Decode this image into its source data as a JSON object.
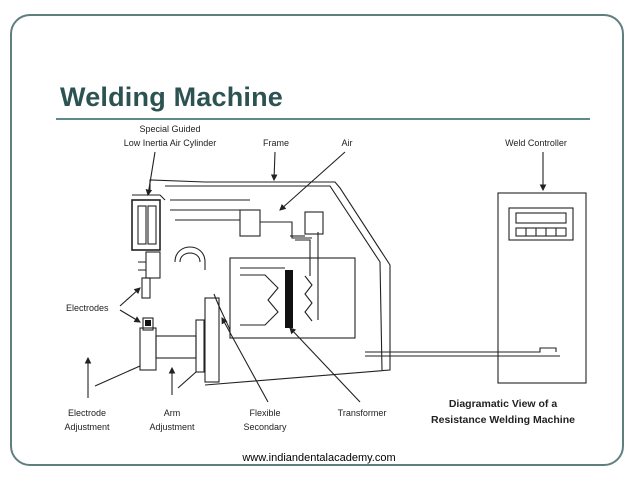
{
  "slide": {
    "title": "Welding Machine",
    "footer": "www.indiandentalacademy.com"
  },
  "diagram": {
    "labels": {
      "cylinder_line1": "Special Guided",
      "cylinder_line2": "Low Inertia Air Cylinder",
      "frame": "Frame",
      "air": "Air",
      "weld_controller": "Weld Controller",
      "electrodes": "Electrodes",
      "electrode_adj_line1": "Electrode",
      "electrode_adj_line2": "Adjustment",
      "arm_adj_line1": "Arm",
      "arm_adj_line2": "Adjustment",
      "flexible_line1": "Flexible",
      "flexible_line2": "Secondary",
      "transformer": "Transformer",
      "caption_line1": "Diagramatic View of a",
      "caption_line2": "Resistance Welding Machine"
    }
  }
}
